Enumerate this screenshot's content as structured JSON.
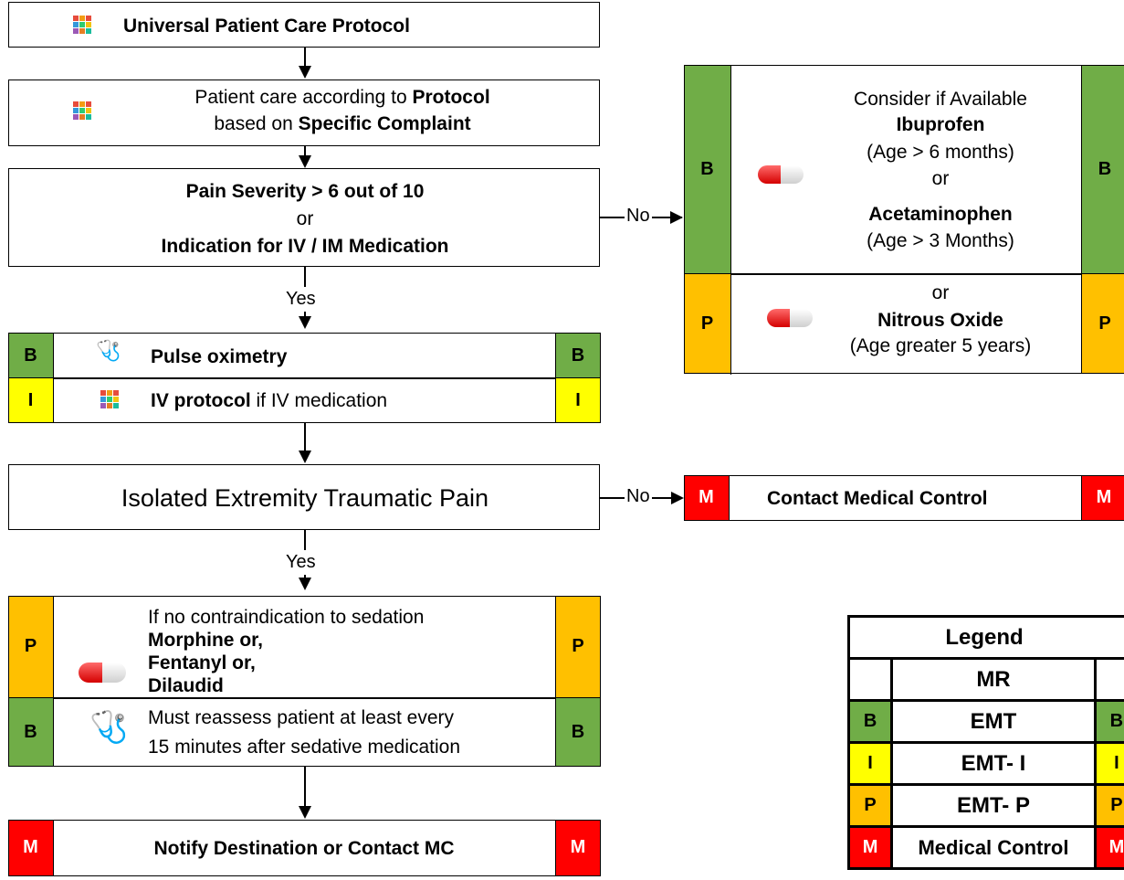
{
  "flow": {
    "title": "Universal Patient Care Protocol",
    "step2_a": "Patient care according to ",
    "step2_b": "Protocol",
    "step2_c": "based on ",
    "step2_d": "Specific Complaint",
    "decision1_line1": "Pain Severity > 6 out of 10",
    "decision1_or": "or",
    "decision1_line3": "Indication for IV / IM Medication",
    "yes1": "Yes",
    "no1": "No",
    "pulse_ox": "Pulse oximetry",
    "iv_bold": "IV protocol",
    "iv_rest": " if IV medication",
    "decision2": "Isolated Extremity Traumatic Pain",
    "yes2": "Yes",
    "no2": "No",
    "contact_mc": "Contact Medical Control",
    "sedation_line1": "If no contraindication to sedation",
    "sedation_line2": "Morphine or,",
    "sedation_line3": "Fentanyl or,",
    "sedation_line4": "Dilaudid",
    "reassess_line1": "Must reassess patient at least every",
    "reassess_line2": "15 minutes after sedative medication",
    "notify": "Notify Destination or Contact MC"
  },
  "side": {
    "consider": "Consider if Available",
    "ibuprofen": "Ibuprofen",
    "ibu_age": "(Age > 6 months)",
    "or1": "or",
    "acetaminophen": "Acetaminophen",
    "acet_age": "(Age > 3 Months)",
    "or2": "or",
    "nitrous": "Nitrous Oxide",
    "nitrous_age": "(Age greater 5 years)"
  },
  "levels": {
    "B": "B",
    "I": "I",
    "P": "P",
    "M": "M"
  },
  "legend": {
    "title": "Legend",
    "mr": "MR",
    "emt": "EMT",
    "emt_i": "EMT- I",
    "emt_p": "EMT- P",
    "medical_control": "Medical Control"
  },
  "colors": {
    "B": "#70ad47",
    "I": "#ffff00",
    "P": "#ffc000",
    "M": "#ff0000"
  },
  "icons": [
    "protocol-grid-icon",
    "stethoscope-icon",
    "pill-icon"
  ]
}
